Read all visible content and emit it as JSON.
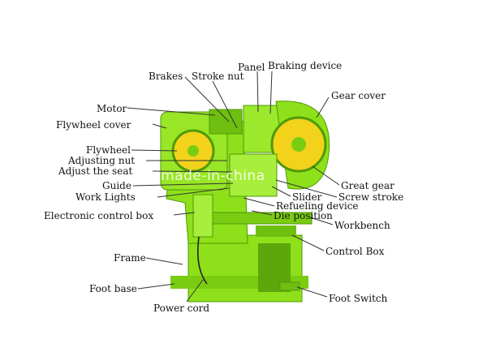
{
  "colors": {
    "machine_green": "#8ee01a",
    "machine_dark": "#4f9a08",
    "machine_light": "#b8f25a",
    "gear_yellow": "#f2d21a",
    "leader_line": "#333333"
  },
  "watermark": "en.made-in-china",
  "labels": [
    {
      "id": "brakes",
      "text": "Brakes"
    },
    {
      "id": "stroke-nut",
      "text": "Stroke nut"
    },
    {
      "id": "panel",
      "text": "Panel"
    },
    {
      "id": "braking-device",
      "text": "Braking device"
    },
    {
      "id": "gear-cover",
      "text": "Gear cover"
    },
    {
      "id": "motor",
      "text": "Motor"
    },
    {
      "id": "flywheel-cover",
      "text": "Flywheel cover"
    },
    {
      "id": "flywheel",
      "text": "Flywheel"
    },
    {
      "id": "adjusting-nut",
      "text": "Adjusting nut"
    },
    {
      "id": "adjust-the-seat",
      "text": "Adjust the seat"
    },
    {
      "id": "guide",
      "text": "Guide"
    },
    {
      "id": "work-lights",
      "text": "Work Lights"
    },
    {
      "id": "electronic-control-box",
      "text": "Electronic control box"
    },
    {
      "id": "great-gear",
      "text": "Great gear"
    },
    {
      "id": "slider",
      "text": "Slider"
    },
    {
      "id": "screw-stroke",
      "text": "Screw stroke"
    },
    {
      "id": "refueling-device",
      "text": "Refueling device"
    },
    {
      "id": "die-position",
      "text": "Die position"
    },
    {
      "id": "workbench",
      "text": "Workbench"
    },
    {
      "id": "control-box",
      "text": "Control Box"
    },
    {
      "id": "frame",
      "text": "Frame"
    },
    {
      "id": "foot-base",
      "text": "Foot base"
    },
    {
      "id": "power-cord",
      "text": "Power cord"
    },
    {
      "id": "foot-switch",
      "text": "Foot Switch"
    }
  ]
}
